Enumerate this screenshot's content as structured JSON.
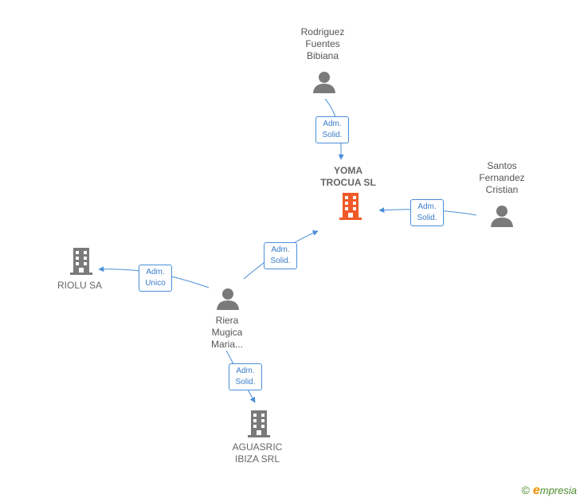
{
  "nodes": {
    "yoma": {
      "label": "YOMA\nTROCUA  SL",
      "type": "company",
      "color": "#f05a28"
    },
    "riolu": {
      "label": "RIOLU SA",
      "type": "company",
      "color": "#7a7a7a"
    },
    "aguasric": {
      "label": "AGUASRIC\nIBIZA SRL",
      "type": "company",
      "color": "#7a7a7a"
    },
    "rodriguez": {
      "label": "Rodriguez\nFuentes\nBibiana",
      "type": "person",
      "color": "#7a7a7a"
    },
    "santos": {
      "label": "Santos\nFernandez\nCristian",
      "type": "person",
      "color": "#7a7a7a"
    },
    "riera": {
      "label": "Riera\nMugica\nMaria...",
      "type": "person",
      "color": "#7a7a7a"
    }
  },
  "edges": {
    "rodriguez_yoma": {
      "label": "Adm.\nSolid."
    },
    "santos_yoma": {
      "label": "Adm.\nSolid."
    },
    "riera_yoma": {
      "label": "Adm.\nSolid."
    },
    "riera_riolu": {
      "label": "Adm.\nUnico"
    },
    "riera_aguasric": {
      "label": "Adm.\nSolid."
    }
  },
  "colors": {
    "edge": "#4a8fd8",
    "main_company": "#f05a28",
    "node": "#7a7a7a"
  },
  "brand": {
    "copyright": "©",
    "initial": "e",
    "name": "mpresia"
  }
}
